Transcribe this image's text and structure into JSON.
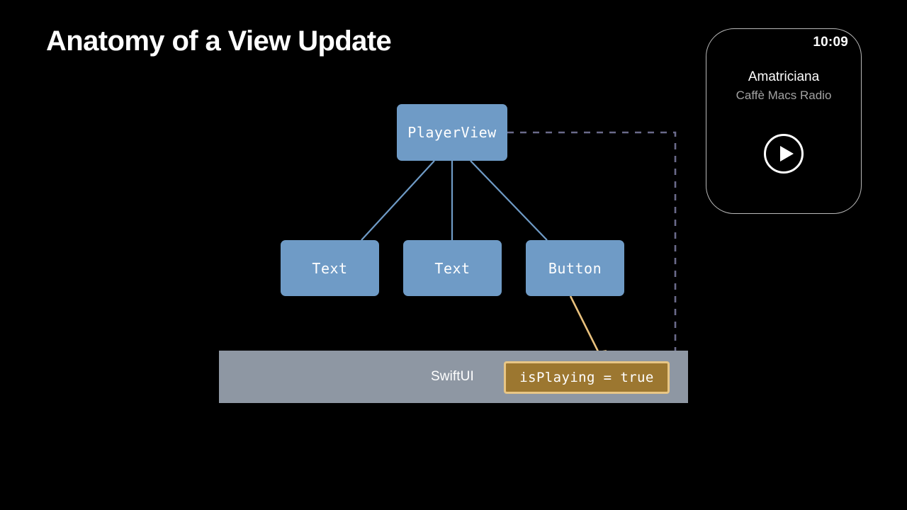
{
  "slide": {
    "title": "Anatomy of a View Update",
    "background_color": "#000000"
  },
  "colors": {
    "node_fill": "#6f9bc6",
    "node_text": "#ffffff",
    "edge_line": "#6f9bc6",
    "framework_bar": "#8e97a3",
    "state_box_fill": "#9c7730",
    "state_box_border": "#e8c685",
    "state_arrow": "#e8c07d",
    "dependency_line": "#6a6a8a",
    "watch_border": "#b9b9b9"
  },
  "view_tree": {
    "root": {
      "label": "PlayerView",
      "name": "node-playerview"
    },
    "children": [
      {
        "label": "Text",
        "name": "node-text-1"
      },
      {
        "label": "Text",
        "name": "node-text-2"
      },
      {
        "label": "Button",
        "name": "node-button"
      }
    ]
  },
  "framework": {
    "label": "SwiftUI",
    "state": {
      "label": "isPlaying = true",
      "property": "isPlaying",
      "operator": "=",
      "value": "true"
    }
  },
  "connections": {
    "state_write": {
      "from": "node-button",
      "to": "state-box",
      "style": "solid-arrow",
      "color": "#e8c07d"
    },
    "dependency": {
      "from": "node-playerview",
      "to": "state-box",
      "style": "dashed",
      "color": "#6a6a8a"
    }
  },
  "watch": {
    "time": "10:09",
    "track_title": "Amatriciana",
    "track_subtitle": "Caffè Macs Radio",
    "transport_icon": "play-icon",
    "playing": true
  }
}
